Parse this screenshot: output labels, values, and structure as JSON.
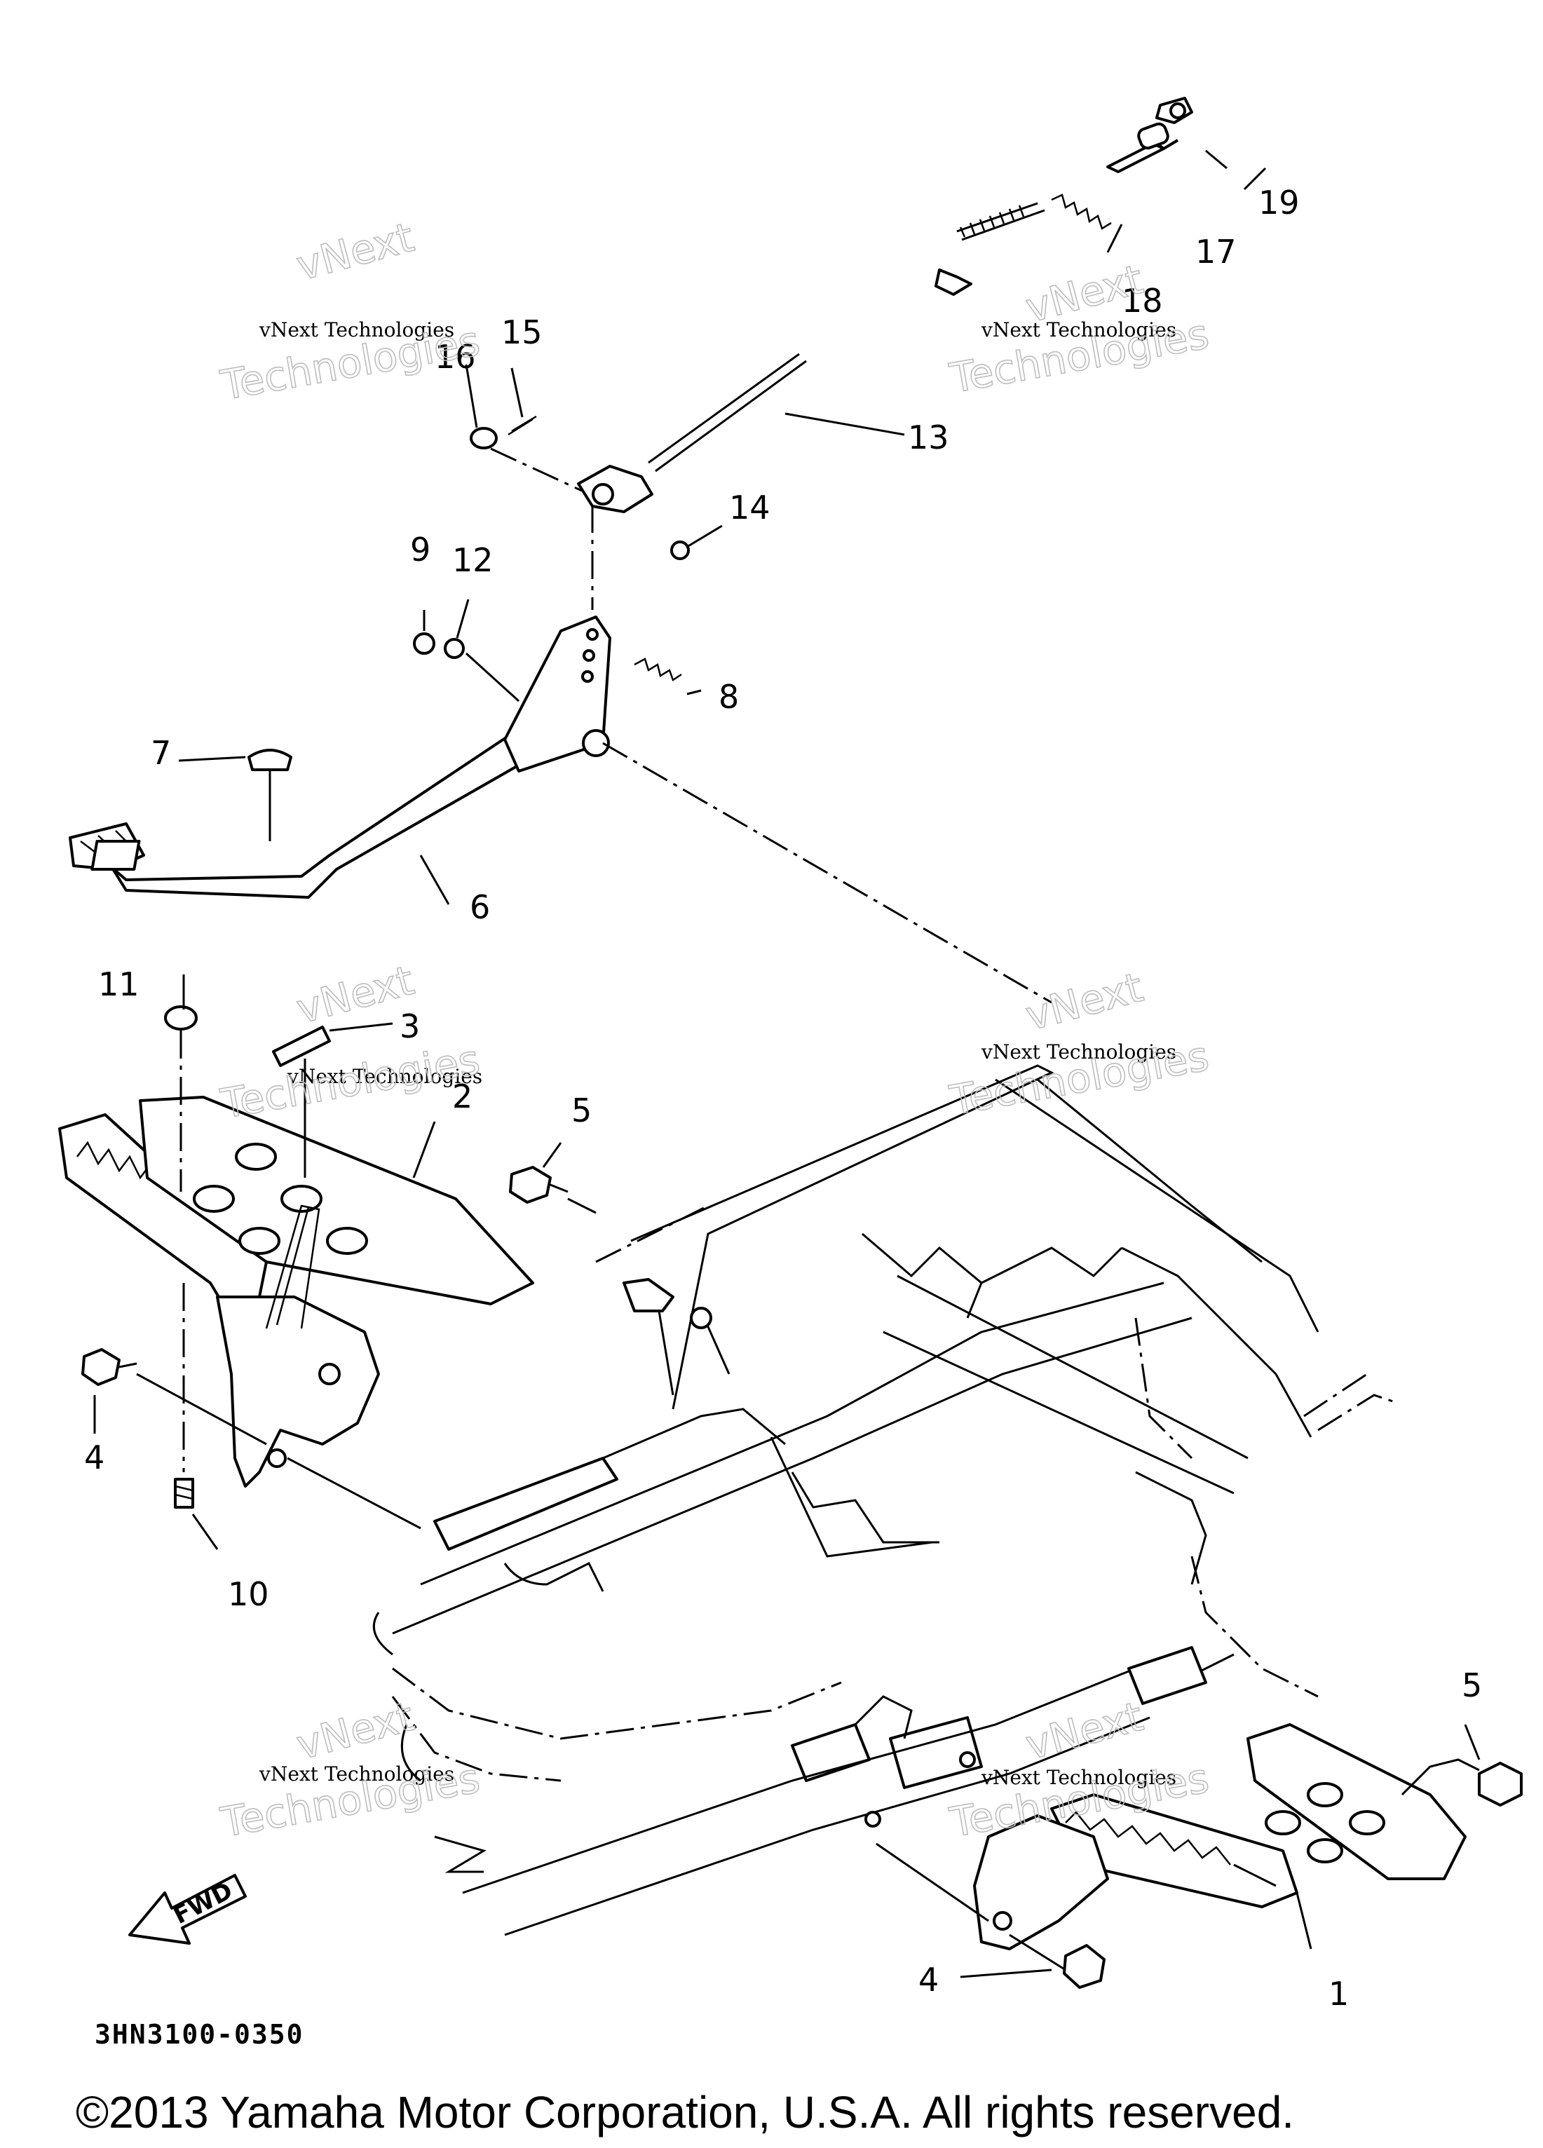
{
  "diagram": {
    "part_labels": [
      "1",
      "2",
      "3",
      "4",
      "4",
      "5",
      "5",
      "6",
      "7",
      "8",
      "9",
      "10",
      "11",
      "12",
      "13",
      "14",
      "15",
      "16",
      "17",
      "18",
      "19"
    ],
    "watermark_line1": "vNext Technologies",
    "watermark_line2": "Technologies",
    "watermark_line2_small": "vNext",
    "fwd_label": "FWD",
    "diagram_code": "3HN3100-0350",
    "copyright": "©2013 Yamaha Motor Corporation, U.S.A. All rights reserved."
  }
}
